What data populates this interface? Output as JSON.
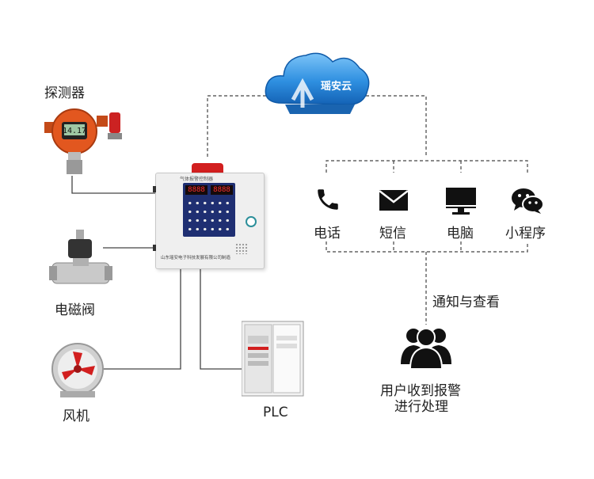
{
  "cloud": {
    "label": "瑶安云"
  },
  "devices": {
    "detector": "探测器",
    "solenoid_valve": "电磁阀",
    "fan": "风机",
    "plc": "PLC"
  },
  "controller": {
    "header_text": "气体报警控制器",
    "display_left": "8888",
    "display_right": "8888",
    "footer_text": "山东瑶安电子科技发展有限公司制造",
    "detector_display": "14.17"
  },
  "channels": [
    {
      "icon": "phone-icon",
      "label": "电话"
    },
    {
      "icon": "mail-icon",
      "label": "短信"
    },
    {
      "icon": "monitor-icon",
      "label": "电脑"
    },
    {
      "icon": "wechat-icon",
      "label": "小程序"
    }
  ],
  "notify": {
    "label": "通知与查看"
  },
  "user": {
    "line1": "用户收到报警",
    "line2": "进行处理"
  },
  "colors": {
    "cloud": "#2e8fe0",
    "device_orange": "#e2571f",
    "alarm_red": "#d21f1f",
    "line": "#333333"
  }
}
